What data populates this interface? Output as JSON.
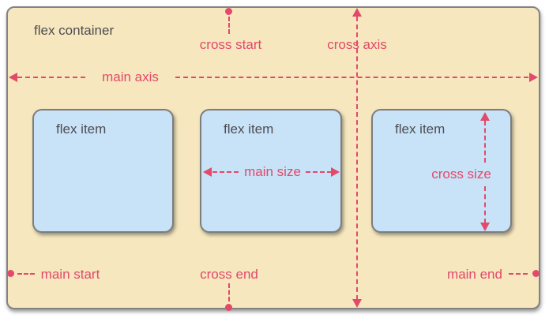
{
  "colors": {
    "pink": "#E2496B",
    "container_bg": "#F6E7BE",
    "container_border": "#838383",
    "item_bg": "#C8E2F7",
    "item_border": "#7D7D7D",
    "text_gray": "#4C4D52"
  },
  "container": {
    "label": "flex container"
  },
  "axes": {
    "main_axis_label": "main axis",
    "cross_axis_label": "cross axis",
    "main_start_label": "main start",
    "main_end_label": "main end",
    "cross_start_label": "cross start",
    "cross_end_label": "cross end"
  },
  "items": [
    {
      "label": "flex item"
    },
    {
      "label": "flex item",
      "size_label": "main size"
    },
    {
      "label": "flex item",
      "size_label": "cross size"
    }
  ]
}
